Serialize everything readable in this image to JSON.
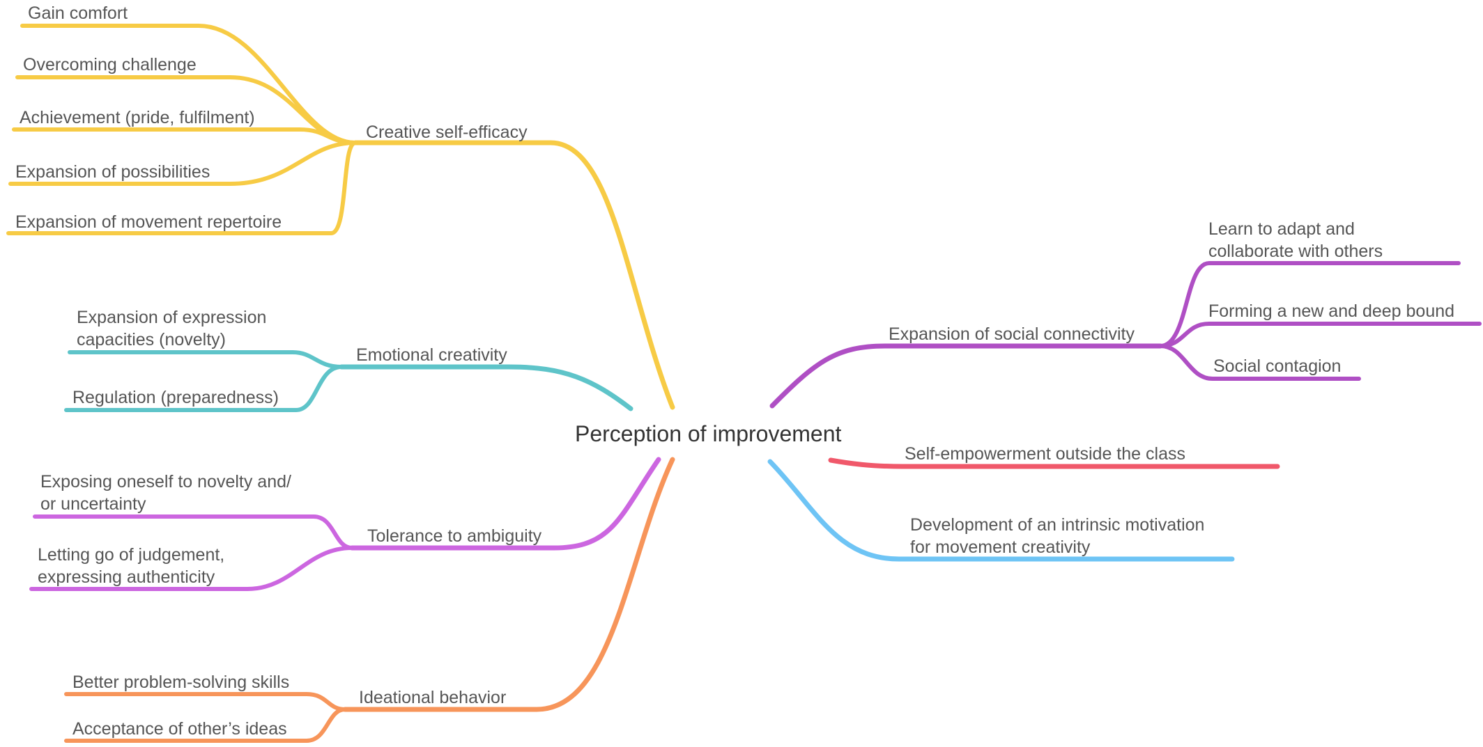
{
  "central": "Perception of improvement",
  "colors": {
    "yellow": "#F7CB45",
    "teal": "#5EC4C9",
    "violet": "#CC66E0",
    "orange": "#F7955A",
    "purple": "#AF4FC4",
    "red": "#F0586A",
    "blue": "#6EC4F5"
  },
  "branches": {
    "creative_self_efficacy": {
      "label": "Creative self-efficacy",
      "children": [
        "Gain comfort",
        "Overcoming challenge",
        "Achievement (pride, fulfilment)",
        "Expansion of possibilities",
        "Expansion of movement repertoire"
      ]
    },
    "emotional_creativity": {
      "label": "Emotional creativity",
      "children": [
        [
          "Expansion of expression",
          "capacities (novelty)"
        ],
        "Regulation (preparedness)"
      ]
    },
    "tolerance_to_ambiguity": {
      "label": "Tolerance to ambiguity",
      "children": [
        [
          "Exposing oneself to novelty and/",
          "or uncertainty"
        ],
        [
          "Letting go of judgement,",
          "expressing authenticity"
        ]
      ]
    },
    "ideational_behavior": {
      "label": "Ideational behavior",
      "children": [
        "Better problem-solving skills",
        "Acceptance of other’s ideas"
      ]
    },
    "social_connectivity": {
      "label": "Expansion of social connectivity",
      "children": [
        [
          "Learn to adapt and",
          "collaborate with others"
        ],
        "Forming a new and deep bound",
        "Social contagion"
      ]
    },
    "self_empowerment": {
      "label": "Self-empowerment outside the class"
    },
    "intrinsic_motivation": {
      "label": [
        "Development of an intrinsic motivation",
        "for movement creativity"
      ]
    }
  }
}
